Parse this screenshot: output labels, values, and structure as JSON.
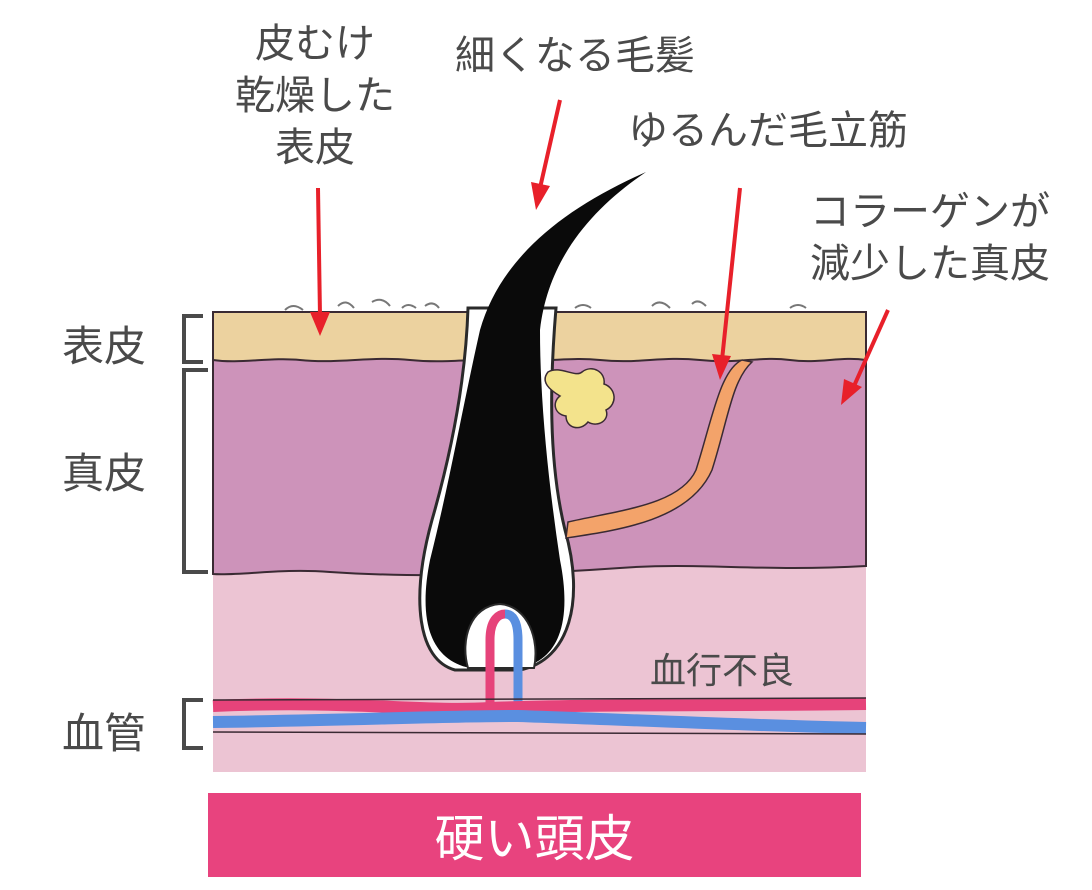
{
  "colors": {
    "epidermis": "#ecd29f",
    "dermis": "#cd93ba",
    "subcutis": "#ecc4d3",
    "hair": "#0a0a0a",
    "artery": "#e6437a",
    "vein": "#5a8fe0",
    "muscle": "#f3a36a",
    "sebaceous": "#f3e38c",
    "arrow": "#e8202a",
    "banner": "#e8437e",
    "label_text": "#4a4a4a"
  },
  "annotations": {
    "peeling_epidermis": [
      "皮むけ",
      "乾燥した",
      "表皮"
    ],
    "thinning_hair": "細くなる毛髪",
    "loose_muscle": "ゆるんだ毛立筋",
    "collagen_dermis": [
      "コラーゲンが",
      "減少した真皮"
    ],
    "poor_circulation": "血行不良"
  },
  "layers": {
    "epidermis": "表皮",
    "dermis": "真皮",
    "blood_vessel": "血管"
  },
  "banner": {
    "text": "硬い頭皮"
  }
}
